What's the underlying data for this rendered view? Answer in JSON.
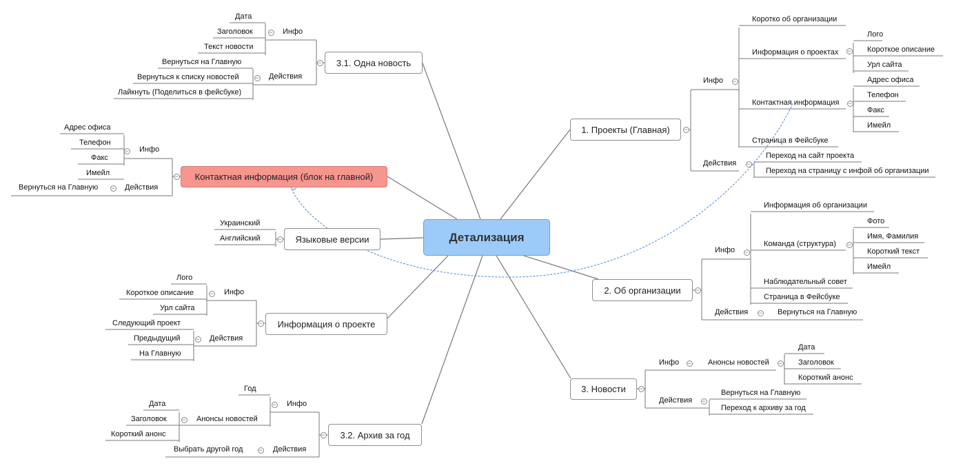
{
  "root": "Детализация",
  "nodes": {
    "projects": "1. Проекты (Главная)",
    "about": "2. Об организации",
    "news": "3. Новости",
    "one_news": "3.1. Одна новость",
    "archive": "3.2. Архив за год",
    "contact_block": "Контактная информация (блок на главной)",
    "lang": "Языковые версии",
    "project_info": "Информация о проекте"
  },
  "labels": {
    "info": "Инфо",
    "actions": "Действия",
    "brief_org": "Коротко об организации",
    "projects_info": "Информация о проектах",
    "logo": "Лого",
    "short_desc": "Короткое описание",
    "site_url": "Урл сайта",
    "contact_info": "Контактная информация",
    "office_address": "Адрес офиса",
    "phone": "Телефон",
    "fax": "Факс",
    "email": "Имейл",
    "fb_page": "Страница в Фейсбуке",
    "goto_project_site": "Переход на сайт проекта",
    "goto_org_page": "Переход на страницу с инфой об организации",
    "org_info": "Информация об организации",
    "team": "Команда (структура)",
    "photo": "Фото",
    "name_surname": "Имя, Фамилия",
    "short_text": "Короткий текст",
    "board": "Наблюдательный совет",
    "back_home": "Вернуться на Главную",
    "news_announces": "Анонсы новостей",
    "date": "Дата",
    "heading": "Заголовок",
    "short_announce": "Короткий анонс",
    "goto_archive": "Переход к архиву за год",
    "news_text": "Текст новости",
    "back_news_list": "Вернуться к списку новостей",
    "like": "Лайкнуть (Поделиться в фейсбуке)",
    "ukrainian": "Украинский",
    "english": "Английский",
    "next_project": "Следующий проект",
    "prev": "Предыдущий",
    "to_home": "На Главную",
    "year": "Год",
    "choose_year": "Выбрать другой год"
  },
  "collapse_symbol": "−",
  "colors": {
    "root_fill": "#9ccbf9",
    "contact_fill": "#f7958f",
    "line": "#777777",
    "link": "#4a86d4"
  }
}
